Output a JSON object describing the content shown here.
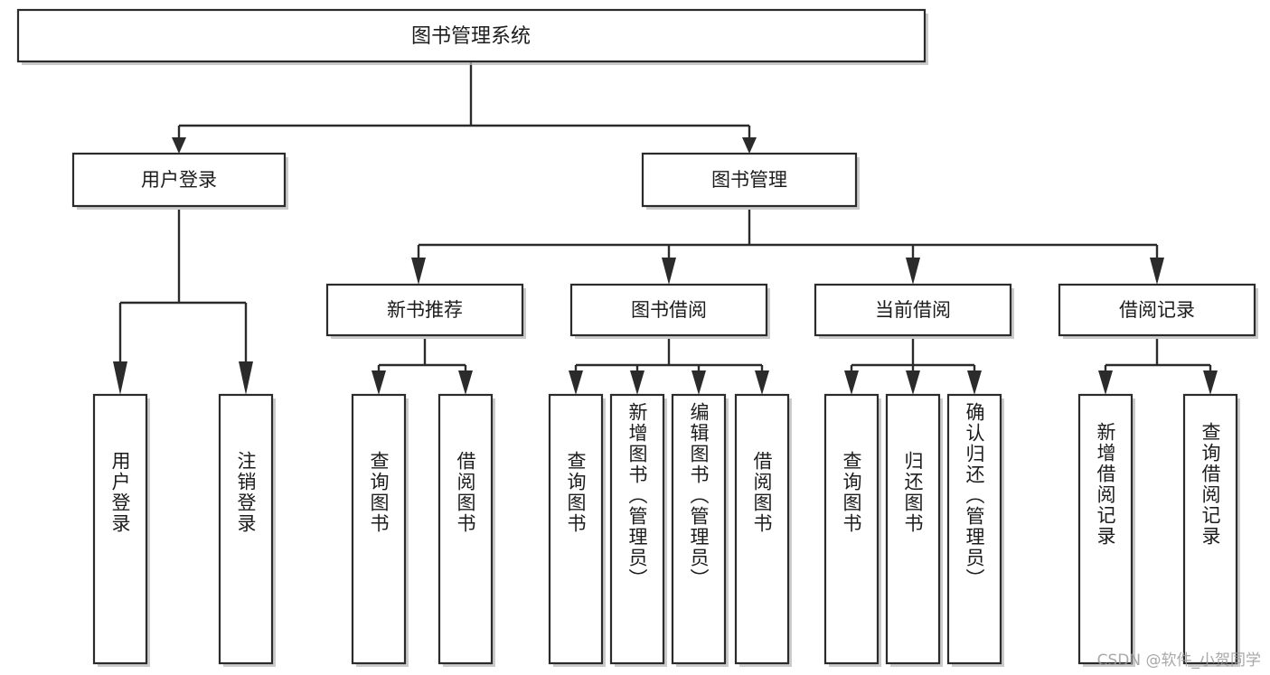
{
  "diagram": {
    "title": "图书管理系统",
    "type": "tree",
    "watermark": "CSDN @软件_小贺同学",
    "root": {
      "id": "root",
      "label": "图书管理系统",
      "orientation": "horizontal"
    },
    "level2": [
      {
        "id": "user-login",
        "label": "用户登录",
        "orientation": "horizontal"
      },
      {
        "id": "book-manage",
        "label": "图书管理",
        "orientation": "horizontal"
      }
    ],
    "level3": [
      {
        "id": "new-book-rec",
        "label": "新书推荐",
        "parent": "book-manage",
        "orientation": "horizontal"
      },
      {
        "id": "book-borrow",
        "label": "图书借阅",
        "parent": "book-manage",
        "orientation": "horizontal"
      },
      {
        "id": "current-borrow",
        "label": "当前借阅",
        "parent": "book-manage",
        "orientation": "horizontal"
      },
      {
        "id": "borrow-record",
        "label": "借阅记录",
        "parent": "book-manage",
        "orientation": "horizontal"
      }
    ],
    "leaves": [
      {
        "id": "leaf-user-login",
        "label": "用户登录",
        "parent": "user-login",
        "orientation": "vertical"
      },
      {
        "id": "leaf-user-logout",
        "label": "注销登录",
        "parent": "user-login",
        "orientation": "vertical"
      },
      {
        "id": "leaf-query-book-1",
        "label": "查询图书",
        "parent": "new-book-rec",
        "orientation": "vertical"
      },
      {
        "id": "leaf-borrow-book-1",
        "label": "借阅图书",
        "parent": "new-book-rec",
        "orientation": "vertical"
      },
      {
        "id": "leaf-query-book-2",
        "label": "查询图书",
        "parent": "book-borrow",
        "orientation": "vertical"
      },
      {
        "id": "leaf-add-book",
        "label": "新增图书（管理员）",
        "parent": "book-borrow",
        "orientation": "vertical"
      },
      {
        "id": "leaf-edit-book",
        "label": "编辑图书（管理员）",
        "parent": "book-borrow",
        "orientation": "vertical"
      },
      {
        "id": "leaf-borrow-book-2",
        "label": "借阅图书",
        "parent": "book-borrow",
        "orientation": "vertical"
      },
      {
        "id": "leaf-query-book-3",
        "label": "查询图书",
        "parent": "current-borrow",
        "orientation": "vertical"
      },
      {
        "id": "leaf-return-book",
        "label": "归还图书",
        "parent": "current-borrow",
        "orientation": "vertical"
      },
      {
        "id": "leaf-confirm-return",
        "label": "确认归还（管理员）",
        "parent": "current-borrow",
        "orientation": "vertical"
      },
      {
        "id": "leaf-add-record",
        "label": "新增借阅记录",
        "parent": "borrow-record",
        "orientation": "vertical"
      },
      {
        "id": "leaf-query-record",
        "label": "查询借阅记录",
        "parent": "borrow-record",
        "orientation": "vertical"
      }
    ],
    "colors": {
      "stroke": "#2b2b2b",
      "fill": "#ffffff",
      "text": "#1c1c1c",
      "watermark": "#9a9a9a"
    }
  }
}
